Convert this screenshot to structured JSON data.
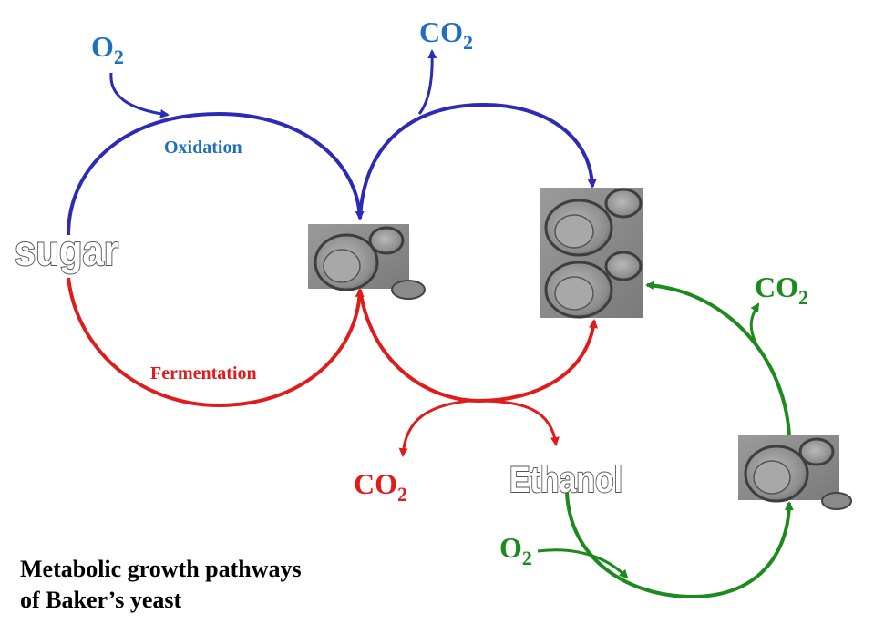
{
  "colors": {
    "oxidation": "#2b2bb5",
    "fermentation": "#e01b1b",
    "ethanol_path": "#1d8a1d",
    "label_blue": "#1f6fbf"
  },
  "labels": {
    "o2_top": "O",
    "o2_top_sub": "2",
    "co2_top": "CO",
    "co2_top_sub": "2",
    "oxidation": "Oxidation",
    "sugar": "sugar",
    "fermentation": "Fermentation",
    "co2_red": "CO",
    "co2_red_sub": "2",
    "ethanol": "Ethanol",
    "co2_green": "CO",
    "co2_green_sub": "2",
    "o2_green": "O",
    "o2_green_sub": "2"
  },
  "images": {
    "yeast_cell_center": "yeast-cell-micrograph",
    "yeast_cells_budded": "yeast-cells-micrograph",
    "yeast_cell_right": "yeast-cell-micrograph"
  },
  "caption": {
    "line1": "Metabolic growth pathways",
    "line2": "of Baker’s yeast"
  }
}
